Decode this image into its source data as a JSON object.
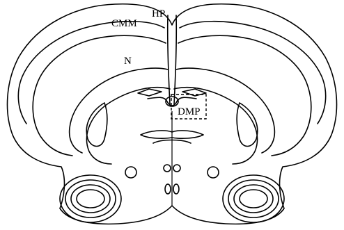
{
  "labels": {
    "cmm": "CMM",
    "hp": "HP",
    "n": "N",
    "dmp": "DMP"
  },
  "colors": {
    "line": "#000000",
    "background": "#ffffff"
  }
}
